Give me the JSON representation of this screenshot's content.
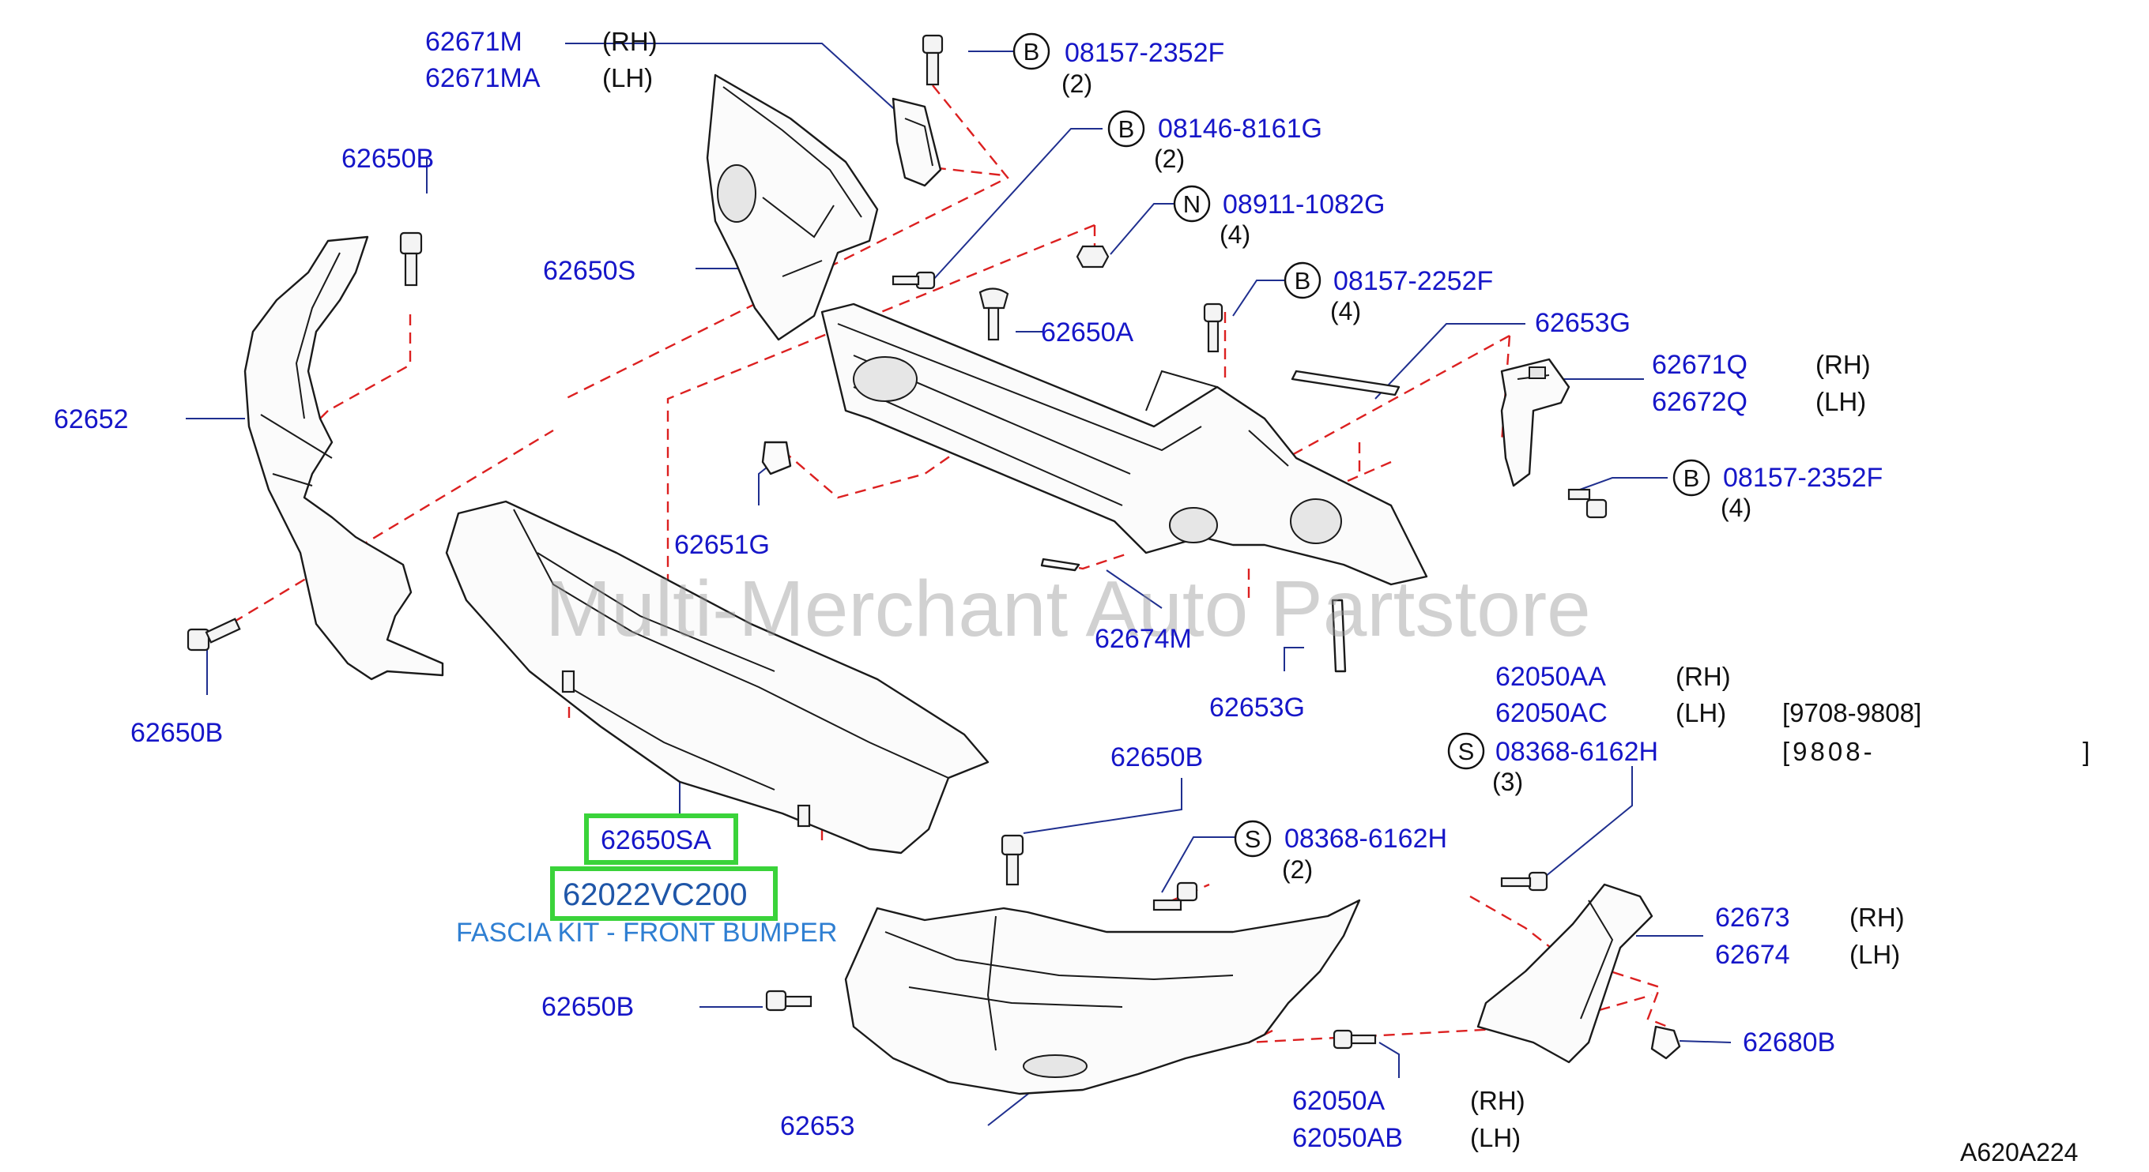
{
  "watermark": "Multi-Merchant Auto Partstore",
  "diagram_ref": "A620A224",
  "highlight": {
    "part_a": "62650SA",
    "part_b": "62022VC200",
    "caption": "FASCIA KIT - FRONT BUMPER",
    "box_color": "#3ad33a"
  },
  "labels": {
    "p62671M": "62671M",
    "p62671M_side": "(RH)",
    "p62671MA": "62671MA",
    "p62671MA_side": "(LH)",
    "b1_letter": "B",
    "b1_part": "08157-2352F",
    "b1_qty": "(2)",
    "b2_letter": "B",
    "b2_part": "08146-8161G",
    "b2_qty": "(2)",
    "n1_letter": "N",
    "n1_part": "08911-1082G",
    "n1_qty": "(4)",
    "b3_letter": "B",
    "b3_part": "08157-2252F",
    "b3_qty": "(4)",
    "p62650B_top": "62650B",
    "p62650S": "62650S",
    "p62650A": "62650A",
    "p62653G_top": "62653G",
    "p62671Q": "62671Q",
    "p62671Q_side": "(RH)",
    "p62672Q": "62672Q",
    "p62672Q_side": "(LH)",
    "b4_letter": "B",
    "b4_part": "08157-2352F",
    "b4_qty": "(4)",
    "p62652": "62652",
    "p62651G": "62651G",
    "p62674M": "62674M",
    "p62653G_bot": "62653G",
    "p62650B_left": "62650B",
    "p62050AA": "62050AA",
    "p62050AA_side": "(RH)",
    "p62050AC": "62050AC",
    "p62050AC_side": "(LH)",
    "p62050AC_range": "[9708-9808]",
    "s1_letter": "S",
    "s1_part": "08368-6162H",
    "s1_range": "[9808-",
    "s1_close": "]",
    "s1_qty": "(3)",
    "p62650B_mid": "62650B",
    "s2_letter": "S",
    "s2_part": "08368-6162H",
    "s2_qty": "(2)",
    "p62673": "62673",
    "p62673_side": "(RH)",
    "p62674": "62674",
    "p62674_side": "(LH)",
    "p62650B_low": "62650B",
    "p62680B": "62680B",
    "p62653": "62653",
    "p62050A": "62050A",
    "p62050A_side": "(RH)",
    "p62050AB": "62050AB",
    "p62050AB_side": "(LH)"
  },
  "colors": {
    "part_number": "#1616c8",
    "dashed_guides": "#dc2020",
    "caption": "#2f7fd2",
    "watermark": "#9a9a9a"
  }
}
